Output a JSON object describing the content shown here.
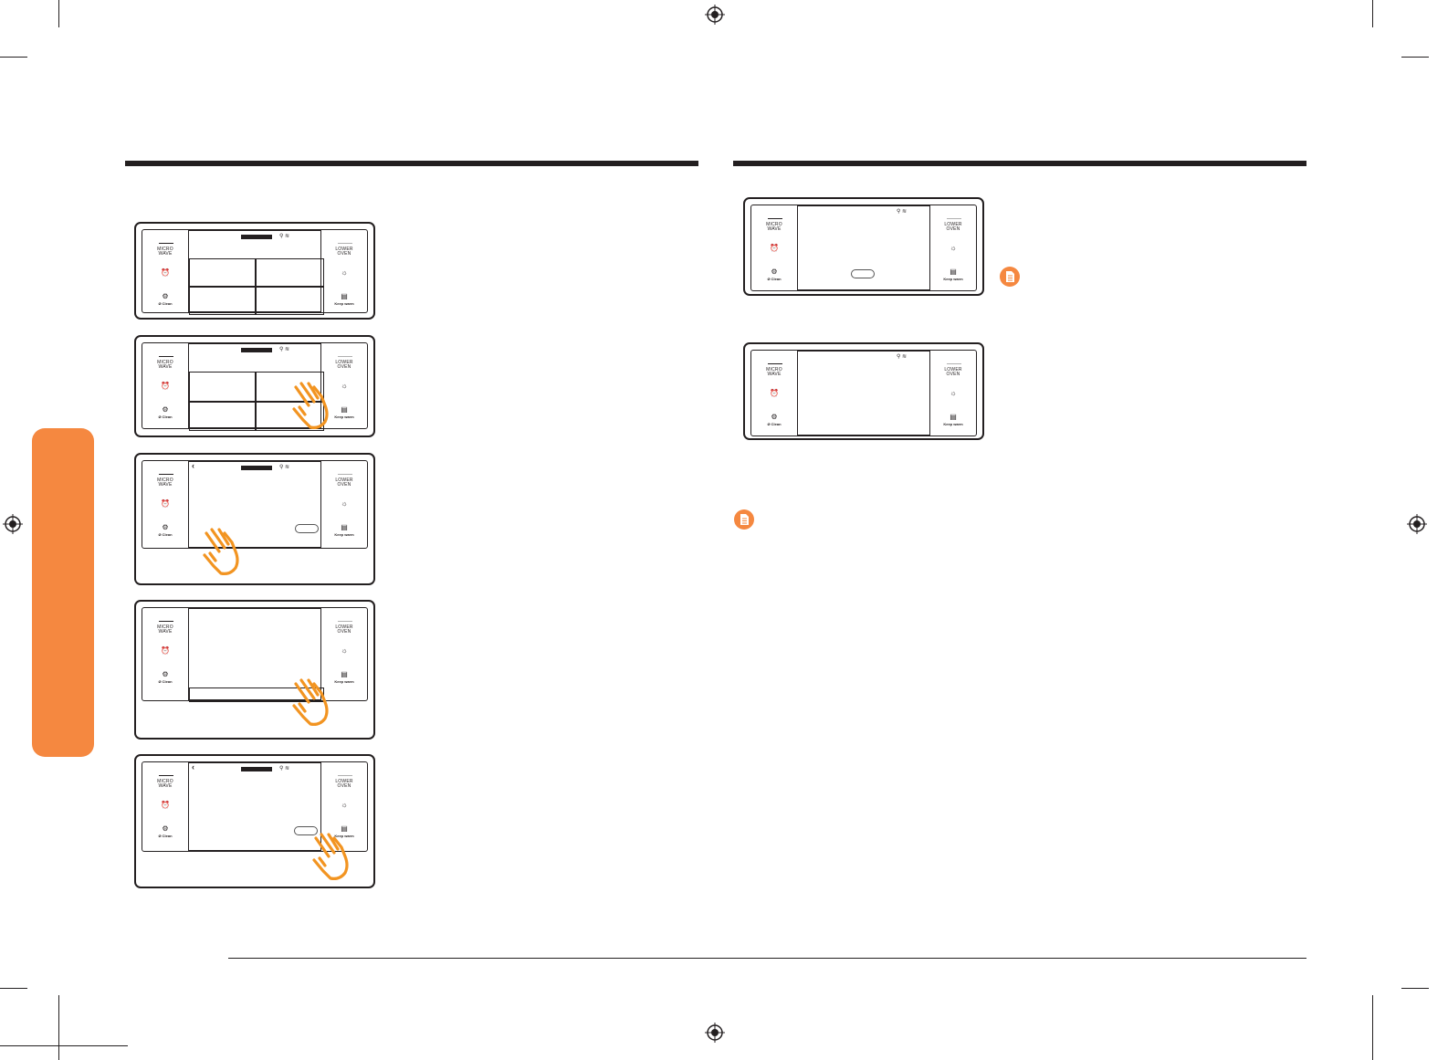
{
  "panel_labels": {
    "micro_line1": "MICRO",
    "micro_line2": "WAVE",
    "lower_line1": "LOWER",
    "lower_line2": "OVEN",
    "self_clean": "Ø Clean",
    "keep_warm": "Keep warm"
  },
  "icons": {
    "alarm": "alarm-clock-icon",
    "gear": "gear-icon",
    "light": "light-icon",
    "keep_warm": "keep-warm-icon",
    "hand": "pointing-hand-icon",
    "note": "note-icon",
    "back": "back-arrow-icon",
    "registration": "registration-mark-icon"
  },
  "colors": {
    "accent": "#f58840",
    "hand": "#f29421",
    "ink": "#231f20"
  }
}
